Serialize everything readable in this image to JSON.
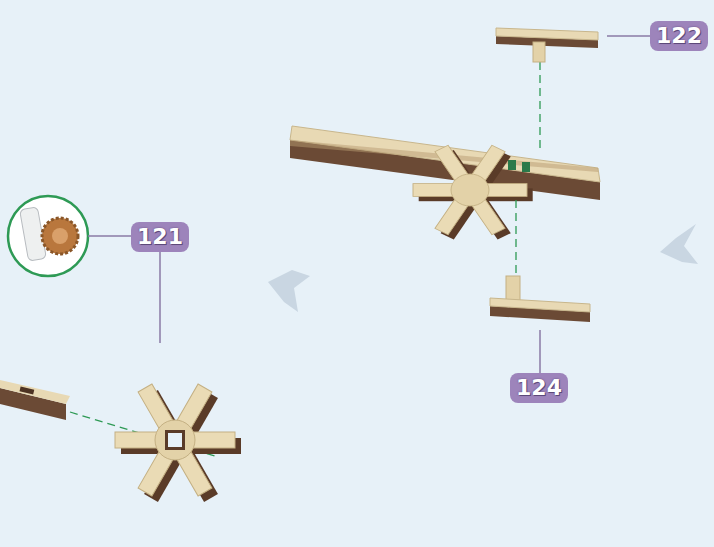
{
  "diagram": {
    "labels": [
      "121",
      "122",
      "124"
    ]
  }
}
